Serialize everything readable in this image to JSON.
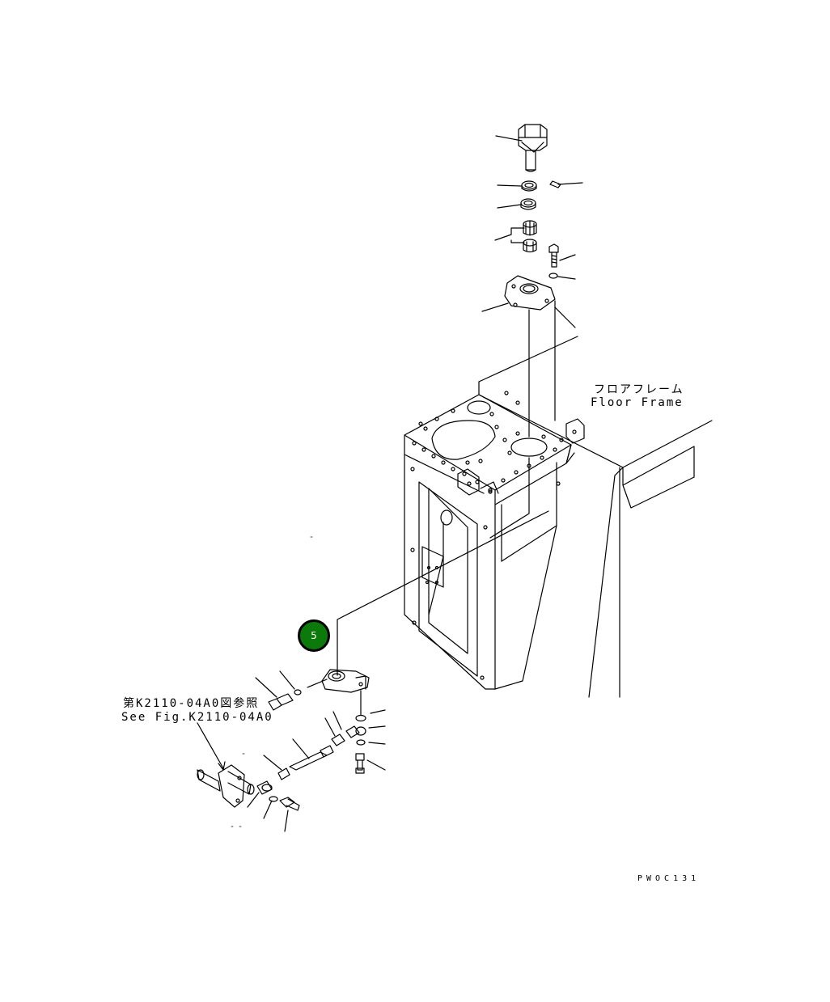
{
  "labels": {
    "floor_frame_jp": "フロアフレーム",
    "floor_frame_en": "Floor Frame",
    "ref_jp": "第K2110-04A0図参照",
    "ref_en": "See Fig.K2110-04A0",
    "drawing_code": "PWOC131"
  },
  "callouts": [
    {
      "number": "5"
    }
  ],
  "colors": {
    "callout_fill": "#0b7a0b",
    "line": "#000000"
  }
}
